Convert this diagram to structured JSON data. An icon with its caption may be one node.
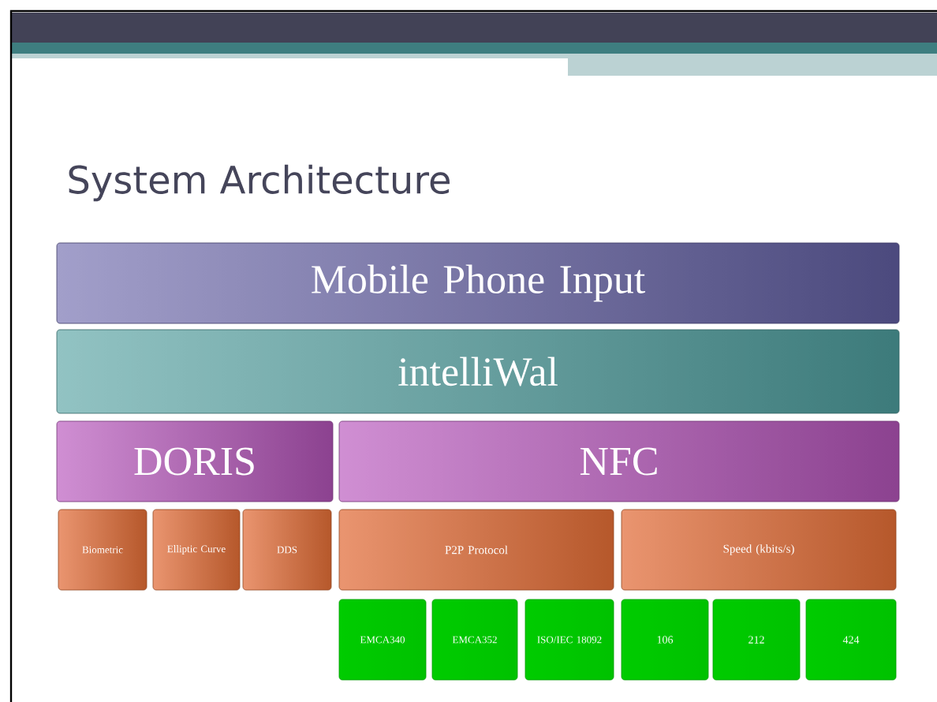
{
  "diagram": {
    "title": "System Architecture",
    "nodes": [
      {
        "text": [
          "Mobile Phone Input"
        ]
      },
      {
        "text": [
          "intelliWal"
        ]
      },
      {
        "text": [
          "DORIS"
        ]
      },
      {
        "text": [
          "NFC"
        ]
      },
      {
        "text": [
          "Biometric"
        ]
      },
      {
        "text": [
          "Elliptic Curve"
        ]
      },
      {
        "text": [
          "DDS"
        ]
      },
      {
        "text": [
          "P2P Protocol"
        ]
      },
      {
        "text": [
          "Speed (kbits/s)"
        ]
      },
      {
        "text": [
          "EMCA340"
        ]
      },
      {
        "text": [
          "EMCA352"
        ]
      },
      {
        "text": [
          "ISO/IEC 18092"
        ]
      },
      {
        "text": [
          "106"
        ]
      },
      {
        "text": [
          "212"
        ]
      },
      {
        "text": [
          "424"
        ]
      }
    ]
  }
}
